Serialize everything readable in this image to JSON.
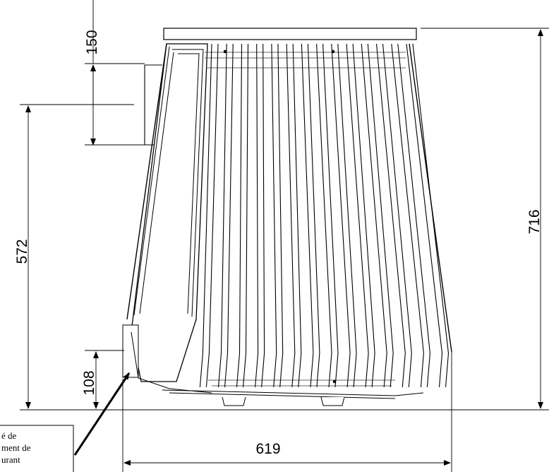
{
  "dimensions": {
    "top_offset": "150",
    "height_to_outlet": "572",
    "bottom_offset": "108",
    "total_height": "716",
    "width": "619"
  },
  "note": {
    "lines": [
      "é de",
      "ment de",
      "urant"
    ]
  },
  "colors": {
    "line": "#000000",
    "thin": "#333333",
    "background": "#ffffff"
  }
}
